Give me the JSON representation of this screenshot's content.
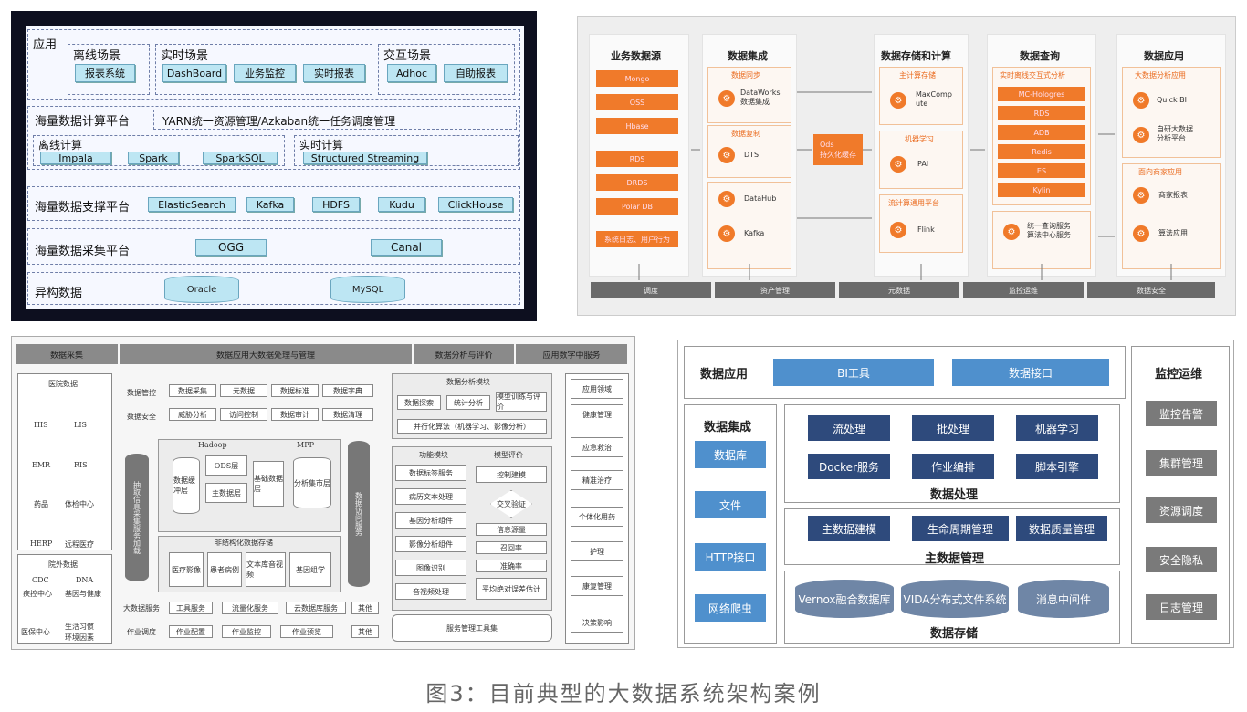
{
  "p1": {
    "app": "应用",
    "offline": "离线场景",
    "offline_items": [
      "报表系统"
    ],
    "realtime": "实时场景",
    "realtime_items": [
      "DashBoard",
      "业务监控",
      "实时报表"
    ],
    "interactive": "交互场景",
    "interactive_items": [
      "Adhoc",
      "自助报表"
    ],
    "compute": "海量数据计算平台",
    "yarn": "YARN统一资源管理/Azkaban统一任务调度管理",
    "off_calc": "离线计算",
    "off_calc_items": [
      "Impala",
      "Spark",
      "SparkSQL"
    ],
    "rt_calc": "实时计算",
    "rt_calc_items": [
      "Structured Streaming"
    ],
    "support": "海量数据支撑平台",
    "support_items": [
      "ElasticSearch",
      "Kafka",
      "HDFS",
      "Kudu",
      "ClickHouse"
    ],
    "collect": "海量数据采集平台",
    "collect_items": [
      "OGG",
      "Canal"
    ],
    "hetero": "异构数据",
    "dbs": [
      "Oracle",
      "MySQL"
    ]
  },
  "p2": {
    "heads": [
      "业务数据源",
      "数据集成",
      "数据存储和计算",
      "数据查询",
      "数据应用"
    ],
    "src_top": [
      "Mongo",
      "OSS",
      "Hbase"
    ],
    "src_mid": [
      "RDS",
      "DRDS",
      "Polar DB"
    ],
    "src_bot": "系统日志、用户行为",
    "sync": "数据同步",
    "sync_item": "DataWorks\n数据集成",
    "copy": "数据复制",
    "copy_item": "DTS",
    "hub": "DataHub",
    "kafka": "Kafka",
    "ods": "Ods\n持久化缓存",
    "main_store": "主计算存储",
    "maxc": "MaxComp\nute",
    "ml": "机器学习",
    "pai": "PAI",
    "stream": "流计算通用平台",
    "flink": "Flink",
    "query_title": "实时离线交互式分析",
    "query_items": [
      "MC-Hologres",
      "RDS",
      "ADB",
      "Redis",
      "ES",
      "Kylin"
    ],
    "unified": "统一查询服务\n算法中心服务",
    "app1": "大数据分析应用",
    "quickbi": "Quick BI",
    "selfdev": "自研大数据\n分析平台",
    "app2": "面向商家应用",
    "merchant": "商家报表",
    "algo": "算法应用",
    "bottom": [
      "调度",
      "资产管理",
      "元数据",
      "监控运维",
      "数据安全"
    ]
  },
  "p3": {
    "top": [
      "数据采集",
      "数据应用大数据处理与管理",
      "数据分析与评价",
      "应用数字中服务"
    ],
    "inner": "医院数据",
    "inner_items": [
      "HIS",
      "LIS",
      "EMR",
      "RIS",
      "药品",
      "体检中心",
      "HERP",
      "远程医疗"
    ],
    "outer": "院外数据",
    "outer_items": [
      "CDC",
      "DNA",
      "疾控中心",
      "基因与健康",
      "医保中心",
      "生活习惯",
      "环境因素"
    ],
    "extract": "抽取",
    "collect_svc": "信息采集服务",
    "load": "加载",
    "gov1": "数据管控",
    "gov1_items": [
      "数据采集",
      "元数据",
      "数据标准",
      "数据字典"
    ],
    "gov2": "数据安全",
    "gov2_items": [
      "威胁分析",
      "访问控制",
      "数据审计",
      "数据清理"
    ],
    "hadoop": "Hadoop",
    "mpp": "MPP",
    "h_items": [
      "数据缓冲层",
      "ODS层",
      "主数据层",
      "基础数据层"
    ],
    "mpp_item": "分析集市层",
    "unstruct": "非结构化数据存储",
    "un_items": [
      "医疗影像",
      "患者病例",
      "文本库音视频",
      "基因组学"
    ],
    "access": "数据访问服务",
    "svc": [
      "大数据服务",
      "工具服务",
      "流量化服务",
      "云数据库服务",
      "其他"
    ],
    "svc2": [
      "作业调度",
      "作业配置",
      "作业监控",
      "作业预览",
      "其他"
    ],
    "ana": "数据分析模块",
    "ana_items": [
      "数据探索",
      "统计分析",
      "模型训练与评价"
    ],
    "parallel": "并行化算法（机器学习、影像分析）",
    "func": "功能模块",
    "func_items": [
      "数据标签服务",
      "病历文本处理",
      "基因分析组件",
      "影像分析组件",
      "图像识别",
      "音视频处理"
    ],
    "eval": "模型评价",
    "eval_items": [
      "控制建模",
      "交叉验证",
      "信息源量",
      "召回率",
      "准确率",
      "平均绝对误差估计"
    ],
    "mgmt": "服务管理工具集",
    "apps": [
      "应用领域",
      "健康管理",
      "应急救治",
      "精准治疗",
      "个体化用药",
      "护理",
      "康复管理",
      "决策影响"
    ]
  },
  "p4": {
    "app": "数据应用",
    "bi": "BI工具",
    "api": "数据接口",
    "integ": "数据集成",
    "integ_items": [
      "数据库",
      "文件",
      "HTTP接口",
      "网络爬虫"
    ],
    "proc_items": [
      "流处理",
      "批处理",
      "机器学习",
      "Docker服务",
      "作业编排",
      "脚本引擎"
    ],
    "proc": "数据处理",
    "mdm_items": [
      "主数据建模",
      "生命周期管理",
      "数据质量管理"
    ],
    "mdm": "主数据管理",
    "store_items": [
      "Vernox融合数据库",
      "VIDA分布式文件系统",
      "消息中间件"
    ],
    "store": "数据存储",
    "ops": "监控运维",
    "ops_items": [
      "监控告警",
      "集群管理",
      "资源调度",
      "安全隐私",
      "日志管理"
    ]
  },
  "caption": "图3：目前典型的大数据系统架构案例"
}
